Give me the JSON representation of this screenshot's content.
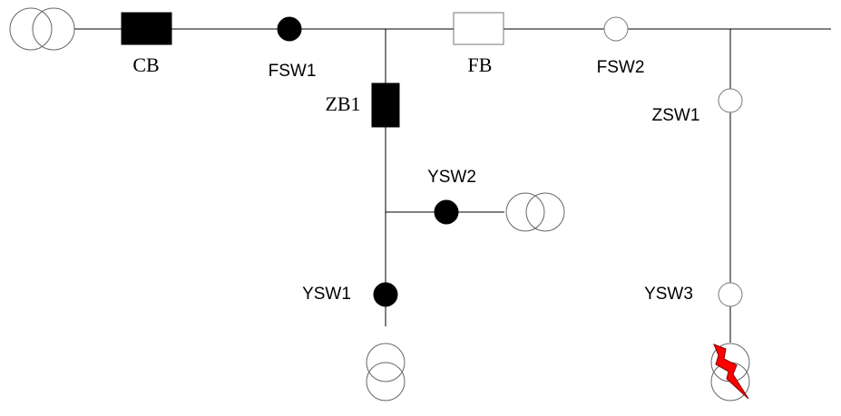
{
  "labels": {
    "cb": "CB",
    "fsw1": "FSW1",
    "fb": "FB",
    "fsw2": "FSW2",
    "zb1": "ZB1",
    "zsw1": "ZSW1",
    "ysw2": "YSW2",
    "ysw1": "YSW1",
    "ysw3": "YSW3"
  },
  "states": {
    "cb": "closed",
    "fsw1": "closed",
    "fb": "open",
    "fsw2": "open",
    "zb1": "closed",
    "zsw1": "open",
    "ysw2": "closed",
    "ysw1": "closed",
    "ysw3": "open"
  },
  "colors": {
    "line": "#000000",
    "closed_fill": "#000000",
    "open_fill": "#ffffff",
    "transformer_stroke": "#666666",
    "fault": "#ff0000"
  },
  "icons": {
    "source": "transformer-icon",
    "fault": "lightning-bolt-icon"
  }
}
